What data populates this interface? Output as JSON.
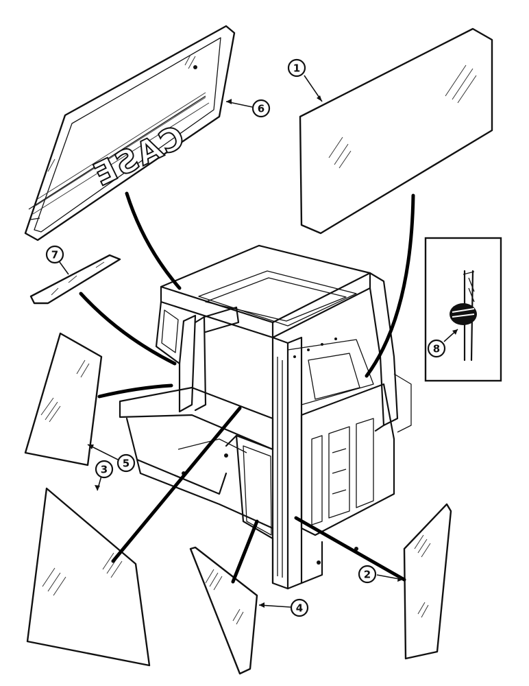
{
  "diagram": {
    "type": "exploded-parts-view",
    "callouts": [
      {
        "id": "callout-1",
        "label": "1"
      },
      {
        "id": "callout-2",
        "label": "2"
      },
      {
        "id": "callout-3",
        "label": "3"
      },
      {
        "id": "callout-4",
        "label": "4"
      },
      {
        "id": "callout-5",
        "label": "5"
      },
      {
        "id": "callout-6",
        "label": "6"
      },
      {
        "id": "callout-7",
        "label": "7"
      },
      {
        "id": "callout-8",
        "label": "8"
      }
    ],
    "brand_text": "CASE"
  }
}
